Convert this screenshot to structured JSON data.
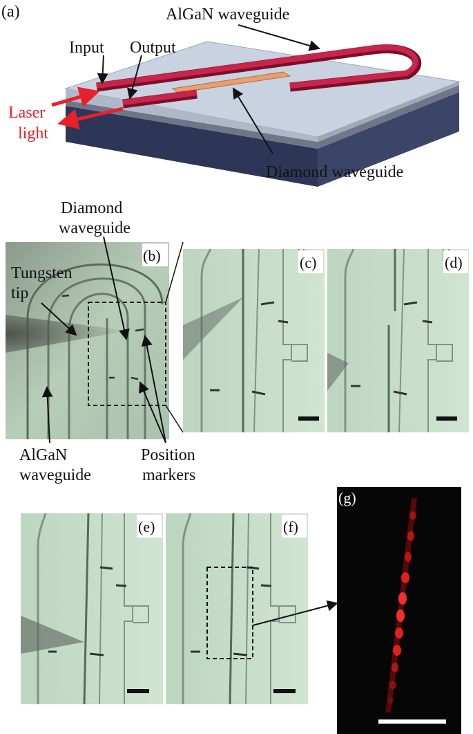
{
  "panels": {
    "a": "(a)",
    "b": "(b)",
    "c": "(c)",
    "d": "(d)",
    "e": "(e)",
    "f": "(f)",
    "g": "(g)"
  },
  "schematic": {
    "algan_waveguide": "AlGaN waveguide",
    "input": "Input",
    "output": "Output",
    "laser_line1": "Laser",
    "laser_line2": "light",
    "diamond_waveguide": "Diamond waveguide"
  },
  "micrograph": {
    "diamond_line1": "Diamond",
    "diamond_line2": "waveguide",
    "tungsten_line1": "Tungsten",
    "tungsten_line2": "tip",
    "algan_line1": "AlGaN",
    "algan_line2": "waveguide",
    "markers_line1": "Position",
    "markers_line2": "markers"
  },
  "colors": {
    "laser": "#e8202a",
    "algan": "#c01840",
    "diamond": "#e8a070",
    "substrate": "#2e3658",
    "top_layer": "#c8d2e0",
    "micrograph_bg": "#c4dcc8"
  }
}
